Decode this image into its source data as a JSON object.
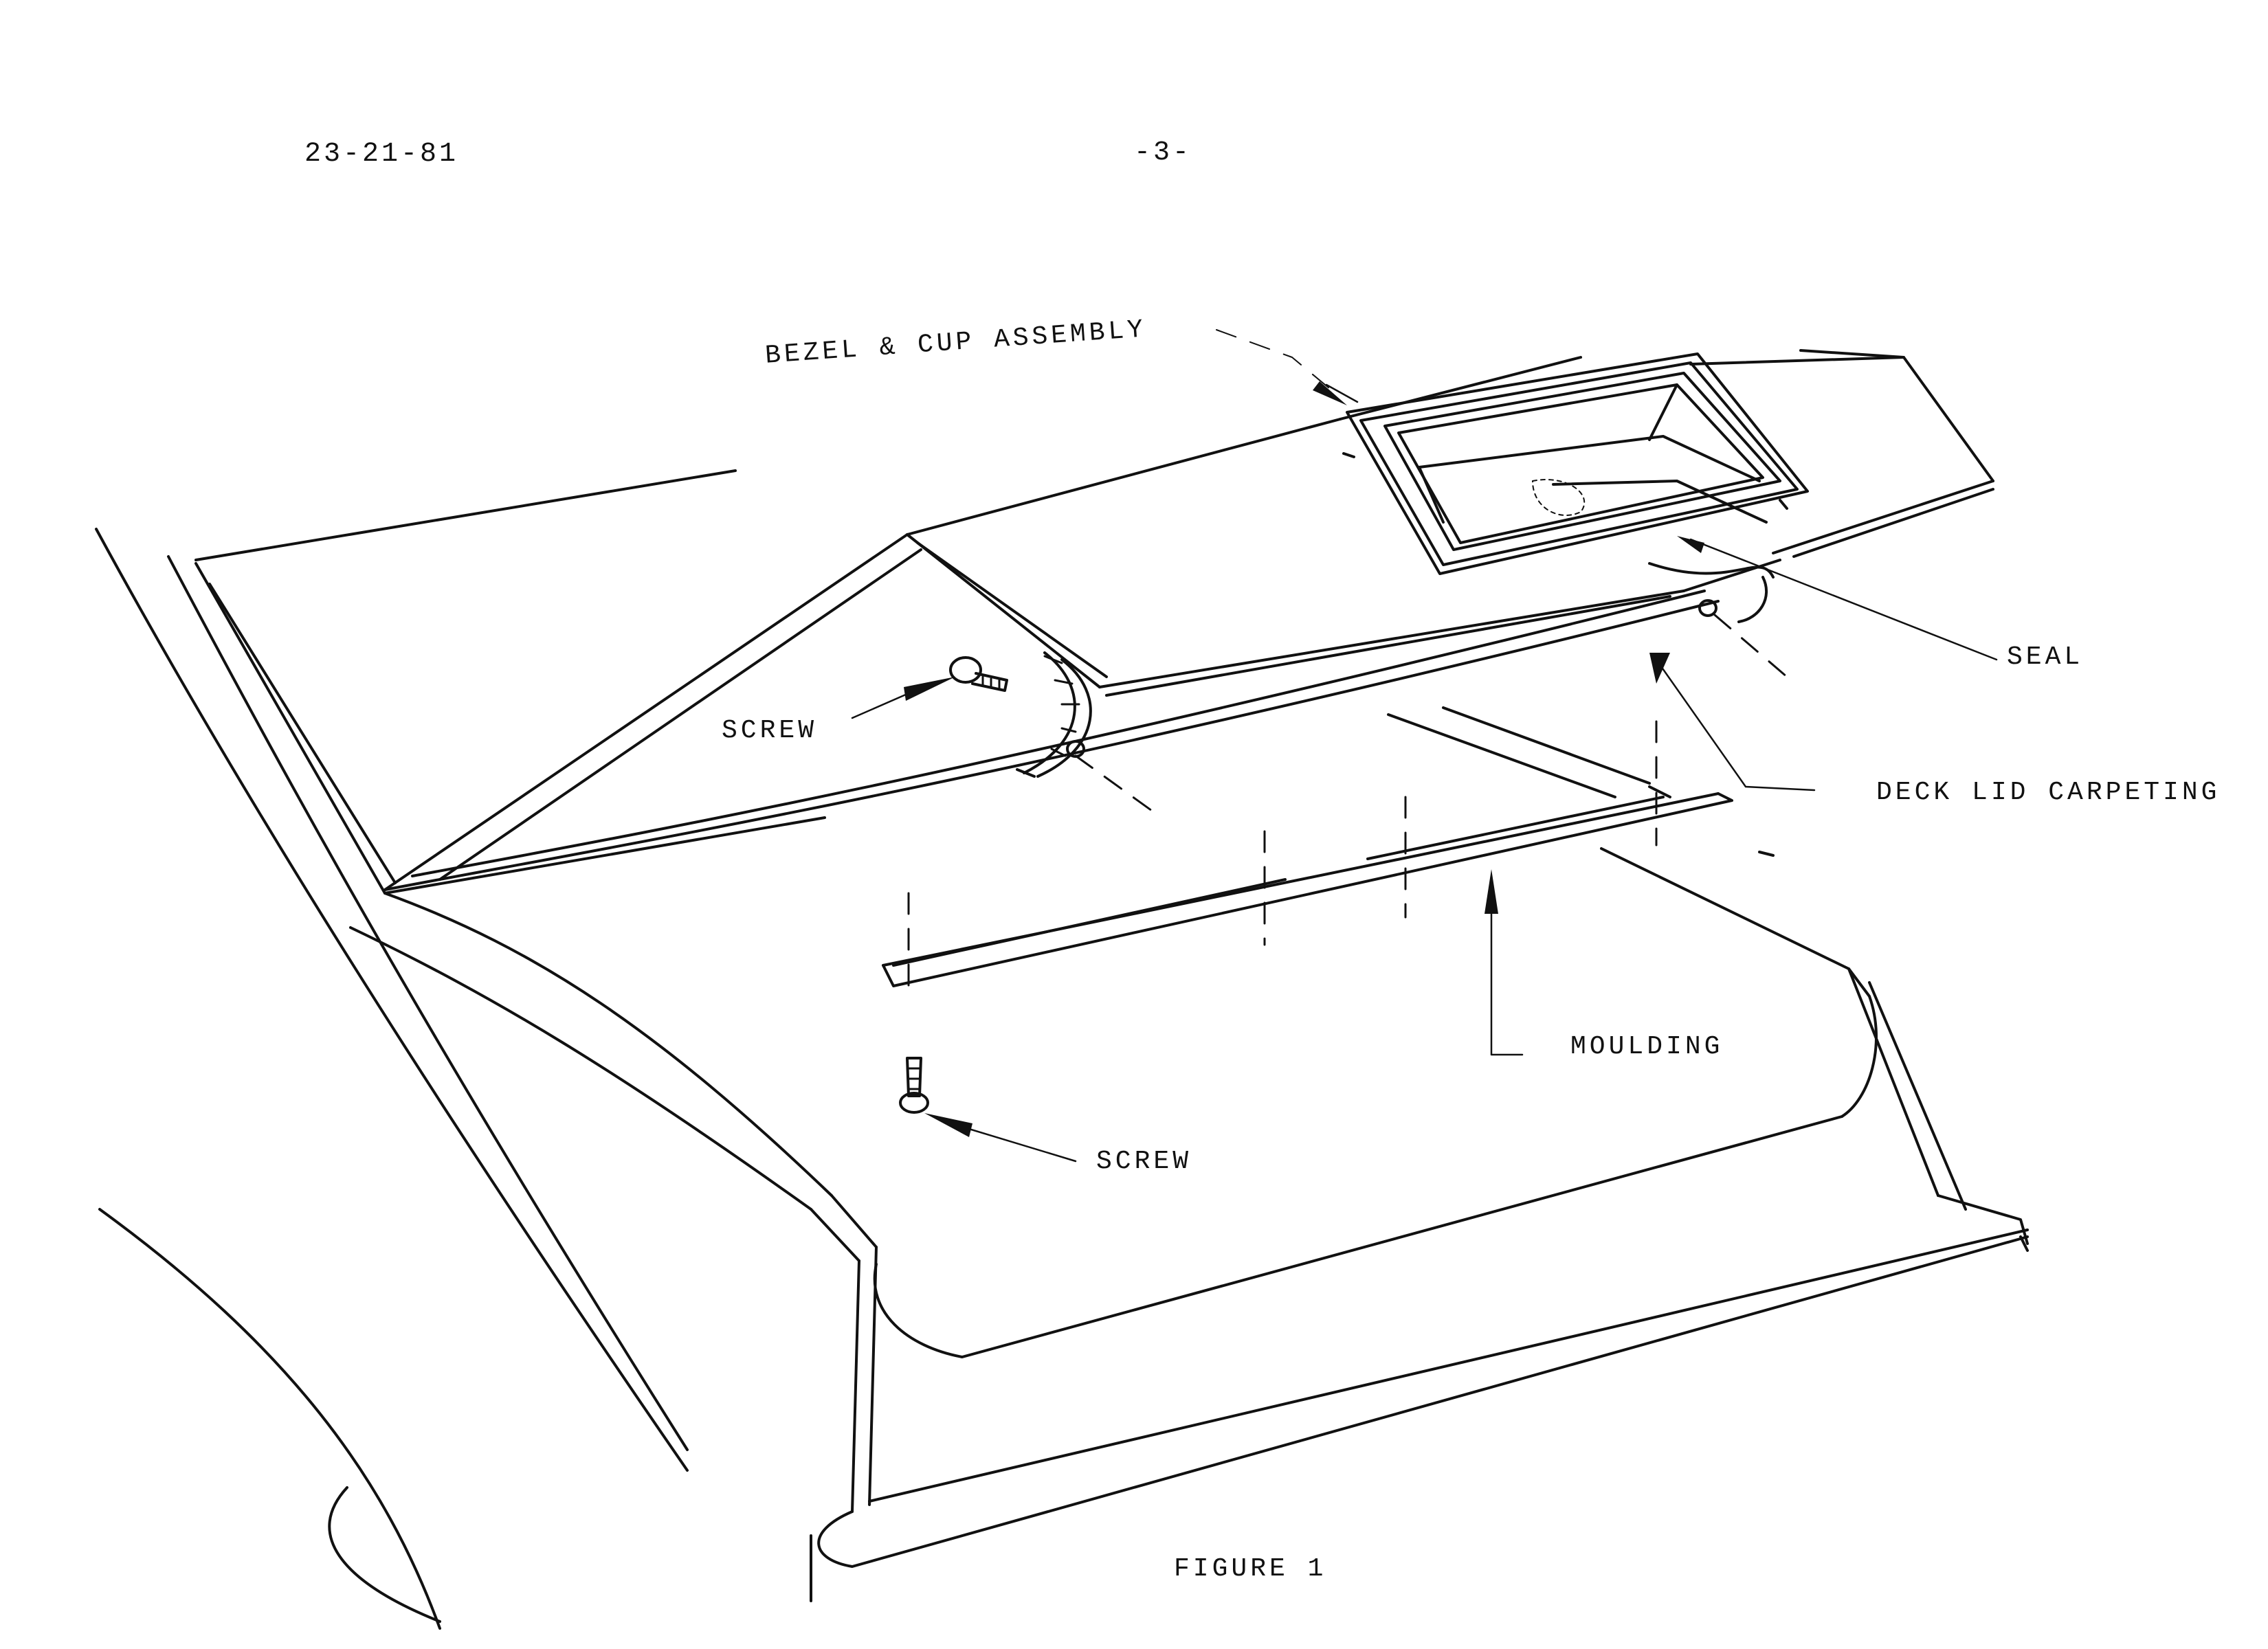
{
  "header": {
    "doc_number": "23-21-81",
    "page_number": "-3-"
  },
  "figure": {
    "caption": "FIGURE 1",
    "labels": {
      "bezel_cup_assembly": "BEZEL & CUP ASSEMBLY",
      "seal": "SEAL",
      "screw_upper": "SCREW",
      "deck_lid_carpeting": "DECK LID CARPETING",
      "moulding": "MOULDING",
      "screw_lower": "SCREW"
    }
  },
  "colors": {
    "ink": "#111111",
    "paper": "#ffffff"
  }
}
